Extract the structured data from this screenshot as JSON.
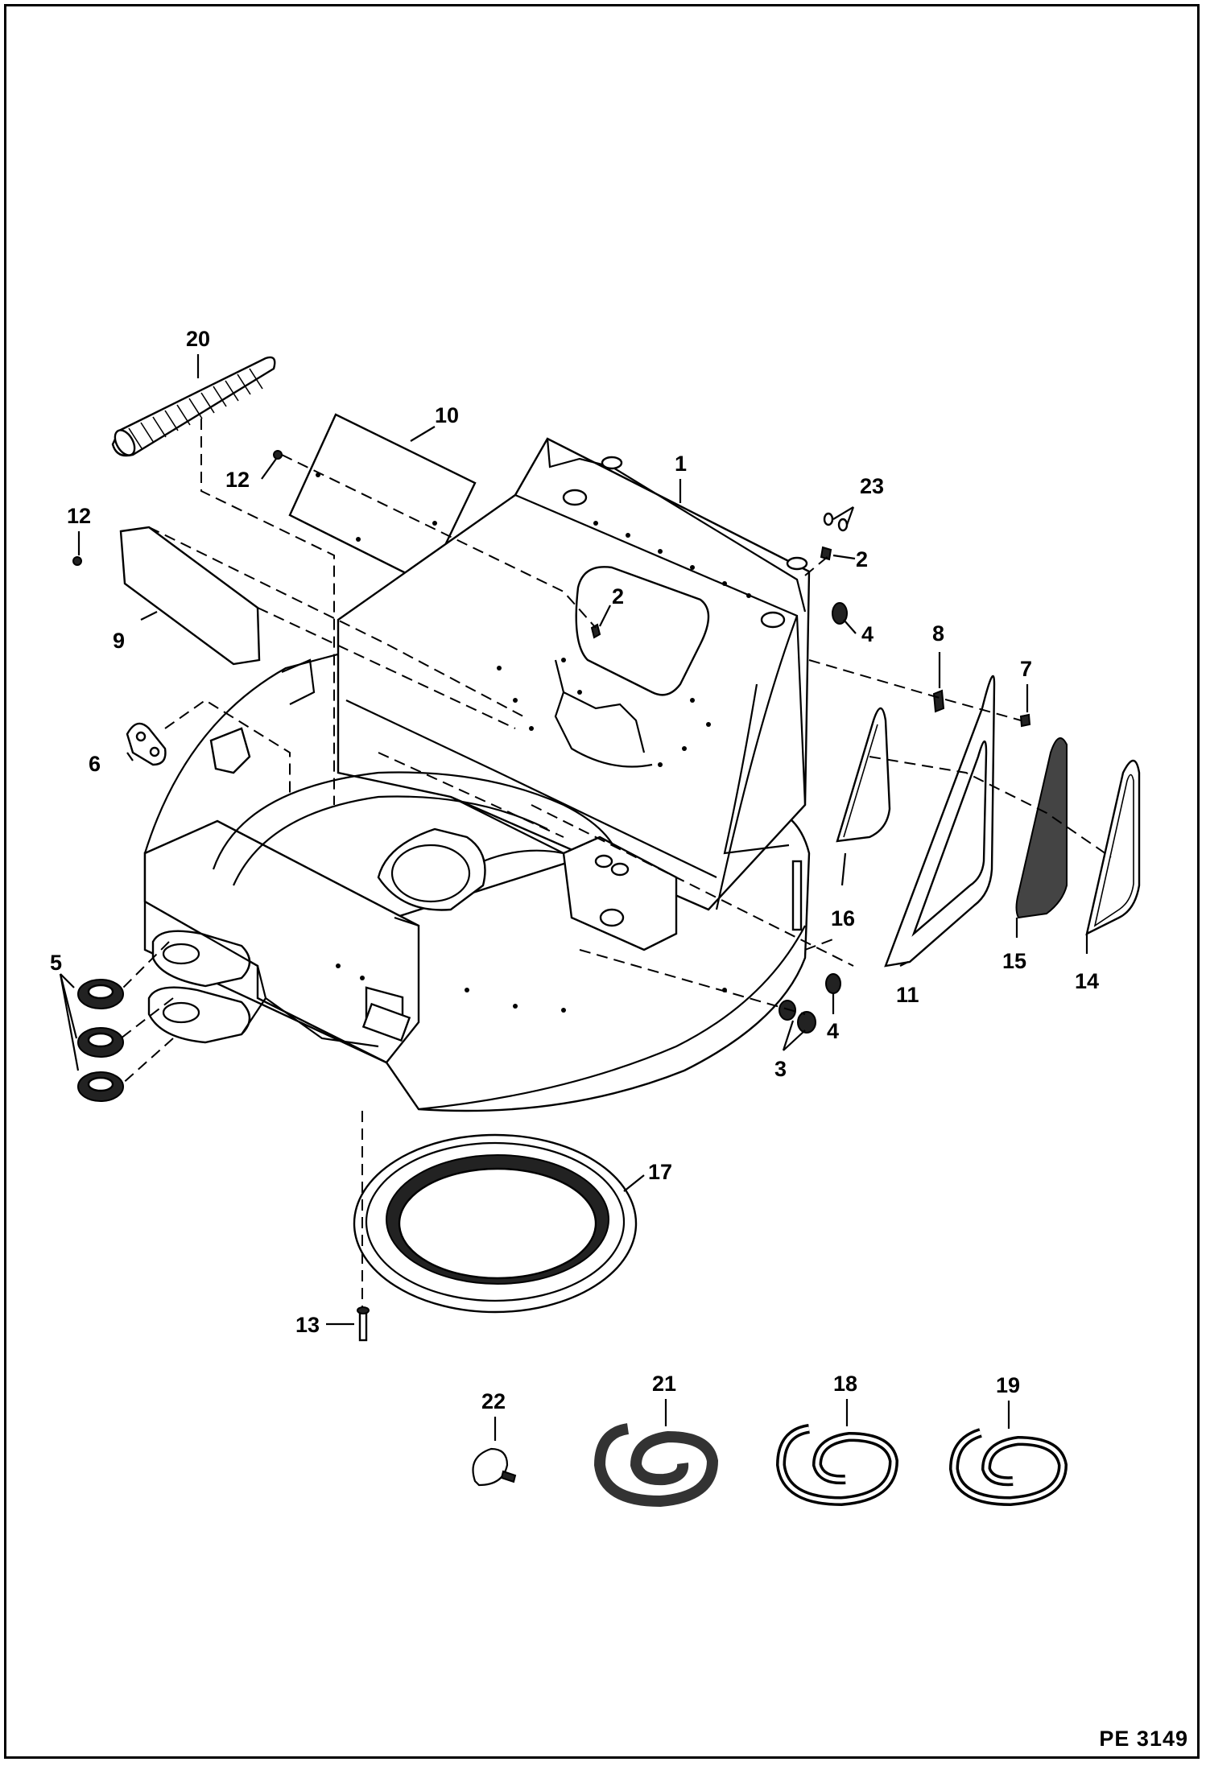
{
  "figure": {
    "id": "PE 3149"
  },
  "callouts": {
    "c1": "1",
    "c2a": "2",
    "c2b": "2",
    "c3": "3",
    "c4a": "4",
    "c4b": "4",
    "c5": "5",
    "c6": "6",
    "c7": "7",
    "c8": "8",
    "c9": "9",
    "c10": "10",
    "c11": "11",
    "c12a": "12",
    "c12b": "12",
    "c13": "13",
    "c14": "14",
    "c15": "15",
    "c16": "16",
    "c17": "17",
    "c18": "18",
    "c19": "19",
    "c20": "20",
    "c21": "21",
    "c22": "22",
    "c23": "23"
  }
}
